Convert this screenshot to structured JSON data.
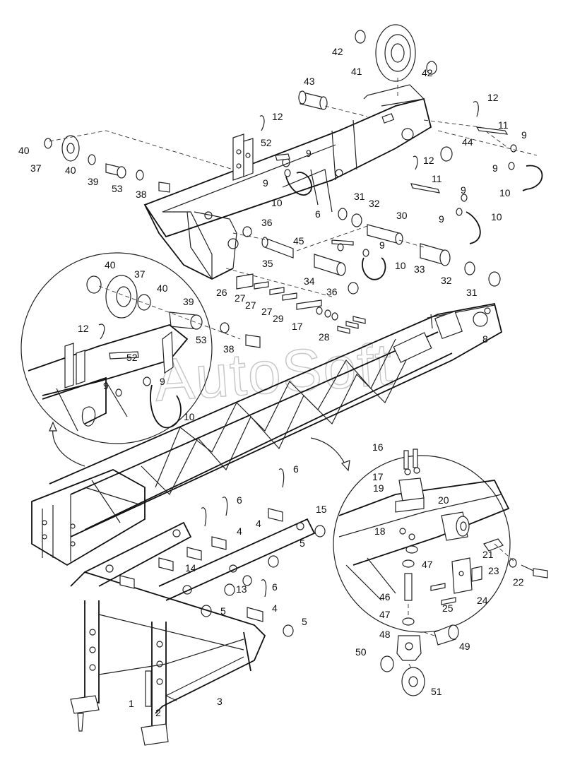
{
  "watermark": "AutoSoft",
  "callouts": [
    {
      "id": "c42a",
      "text": "42"
    },
    {
      "id": "c41",
      "text": "41"
    },
    {
      "id": "c42b",
      "text": "42"
    },
    {
      "id": "c43",
      "text": "43"
    },
    {
      "id": "c12a",
      "text": "12"
    },
    {
      "id": "c12b",
      "text": "12"
    },
    {
      "id": "c11a",
      "text": "11"
    },
    {
      "id": "c9a",
      "text": "9"
    },
    {
      "id": "c9b",
      "text": "9"
    },
    {
      "id": "c10a",
      "text": "10"
    },
    {
      "id": "c44",
      "text": "44"
    },
    {
      "id": "c12c",
      "text": "12"
    },
    {
      "id": "c11b",
      "text": "11"
    },
    {
      "id": "c9c",
      "text": "9"
    },
    {
      "id": "c9d",
      "text": "9"
    },
    {
      "id": "c10b",
      "text": "10"
    },
    {
      "id": "c40a",
      "text": "40"
    },
    {
      "id": "c37a",
      "text": "37"
    },
    {
      "id": "c40b",
      "text": "40"
    },
    {
      "id": "c39a",
      "text": "39"
    },
    {
      "id": "c53a",
      "text": "53"
    },
    {
      "id": "c38a",
      "text": "38"
    },
    {
      "id": "c52a",
      "text": "52"
    },
    {
      "id": "c9e",
      "text": "9"
    },
    {
      "id": "c9f",
      "text": "9"
    },
    {
      "id": "c10c",
      "text": "10"
    },
    {
      "id": "c6a",
      "text": "6"
    },
    {
      "id": "c31a",
      "text": "31"
    },
    {
      "id": "c32a",
      "text": "32"
    },
    {
      "id": "c30",
      "text": "30"
    },
    {
      "id": "c36a",
      "text": "36"
    },
    {
      "id": "c45",
      "text": "45"
    },
    {
      "id": "c9g",
      "text": "9"
    },
    {
      "id": "c35",
      "text": "35"
    },
    {
      "id": "c10d",
      "text": "10"
    },
    {
      "id": "c33",
      "text": "33"
    },
    {
      "id": "c26",
      "text": "26"
    },
    {
      "id": "c27a",
      "text": "27"
    },
    {
      "id": "c27b",
      "text": "27"
    },
    {
      "id": "c27c",
      "text": "27"
    },
    {
      "id": "c34",
      "text": "34"
    },
    {
      "id": "c36b",
      "text": "36"
    },
    {
      "id": "c32b",
      "text": "32"
    },
    {
      "id": "c31b",
      "text": "31"
    },
    {
      "id": "c29",
      "text": "29"
    },
    {
      "id": "c17a",
      "text": "17"
    },
    {
      "id": "c28",
      "text": "28"
    },
    {
      "id": "c40c",
      "text": "40"
    },
    {
      "id": "c37b",
      "text": "37"
    },
    {
      "id": "c40d",
      "text": "40"
    },
    {
      "id": "c39b",
      "text": "39"
    },
    {
      "id": "c12d",
      "text": "12"
    },
    {
      "id": "c53b",
      "text": "53"
    },
    {
      "id": "c38b",
      "text": "38"
    },
    {
      "id": "c52b",
      "text": "52"
    },
    {
      "id": "c9h",
      "text": "9"
    },
    {
      "id": "c9i",
      "text": "9"
    },
    {
      "id": "c10e",
      "text": "10"
    },
    {
      "id": "c8",
      "text": "8"
    },
    {
      "id": "c16",
      "text": "16"
    },
    {
      "id": "c17b",
      "text": "17"
    },
    {
      "id": "c19",
      "text": "19"
    },
    {
      "id": "c20",
      "text": "20"
    },
    {
      "id": "c18",
      "text": "18"
    },
    {
      "id": "c21",
      "text": "21"
    },
    {
      "id": "c23",
      "text": "23"
    },
    {
      "id": "c22",
      "text": "22"
    },
    {
      "id": "c47a",
      "text": "47"
    },
    {
      "id": "c46",
      "text": "46"
    },
    {
      "id": "c25",
      "text": "25"
    },
    {
      "id": "c24",
      "text": "24"
    },
    {
      "id": "c47b",
      "text": "47"
    },
    {
      "id": "c48",
      "text": "48"
    },
    {
      "id": "c49",
      "text": "49"
    },
    {
      "id": "c50",
      "text": "50"
    },
    {
      "id": "c51",
      "text": "51"
    },
    {
      "id": "c6b",
      "text": "6"
    },
    {
      "id": "c15",
      "text": "15"
    },
    {
      "id": "c6c",
      "text": "6"
    },
    {
      "id": "c4a",
      "text": "4"
    },
    {
      "id": "c4b",
      "text": "4"
    },
    {
      "id": "c5a",
      "text": "5"
    },
    {
      "id": "c14",
      "text": "14"
    },
    {
      "id": "c13",
      "text": "13"
    },
    {
      "id": "c6d",
      "text": "6"
    },
    {
      "id": "c5b",
      "text": "5"
    },
    {
      "id": "c4c",
      "text": "4"
    },
    {
      "id": "c5c",
      "text": "5"
    },
    {
      "id": "c1",
      "text": "1"
    },
    {
      "id": "c2",
      "text": "2"
    },
    {
      "id": "c3",
      "text": "3"
    }
  ]
}
